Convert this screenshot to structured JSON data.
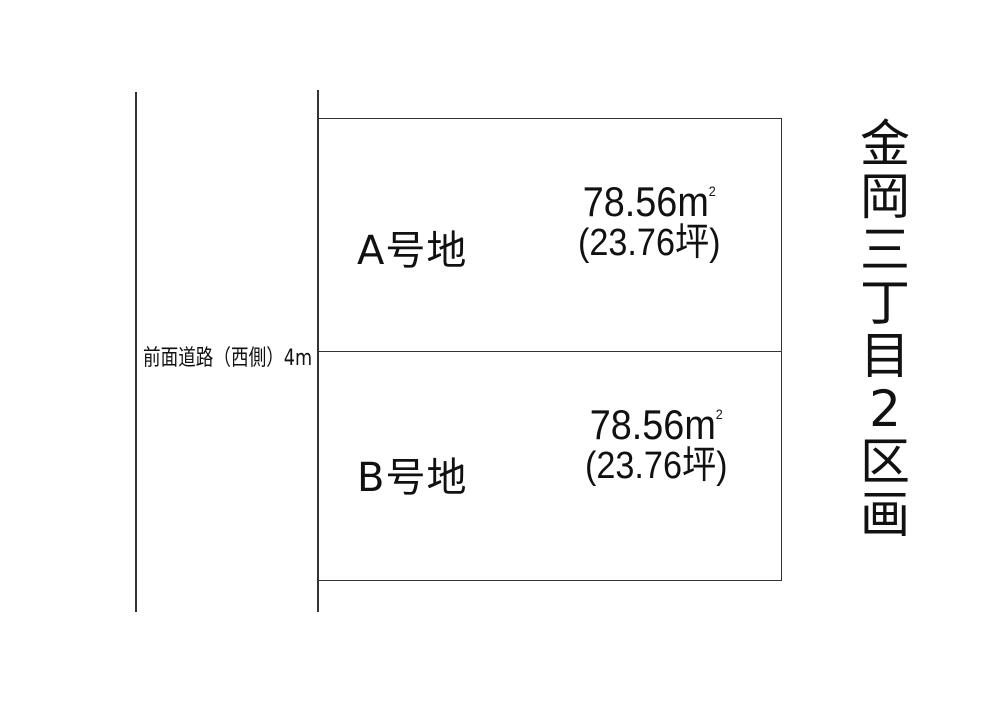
{
  "title": {
    "text": "金岡三丁目2区画",
    "chars": [
      "金",
      "岡",
      "三",
      "丁",
      "目",
      "2",
      "区",
      "画"
    ]
  },
  "road": {
    "label": "前面道路（西側）4m"
  },
  "lots": [
    {
      "name": "A号地",
      "area_m2": "78.56m",
      "area_unit_sup": "2",
      "area_tsubo": "(23.76坪)"
    },
    {
      "name": "B号地",
      "area_m2": "78.56m",
      "area_unit_sup": "2",
      "area_tsubo": "(23.76坪)"
    }
  ],
  "colors": {
    "line": "#333333",
    "text": "#111111",
    "background": "#ffffff"
  }
}
